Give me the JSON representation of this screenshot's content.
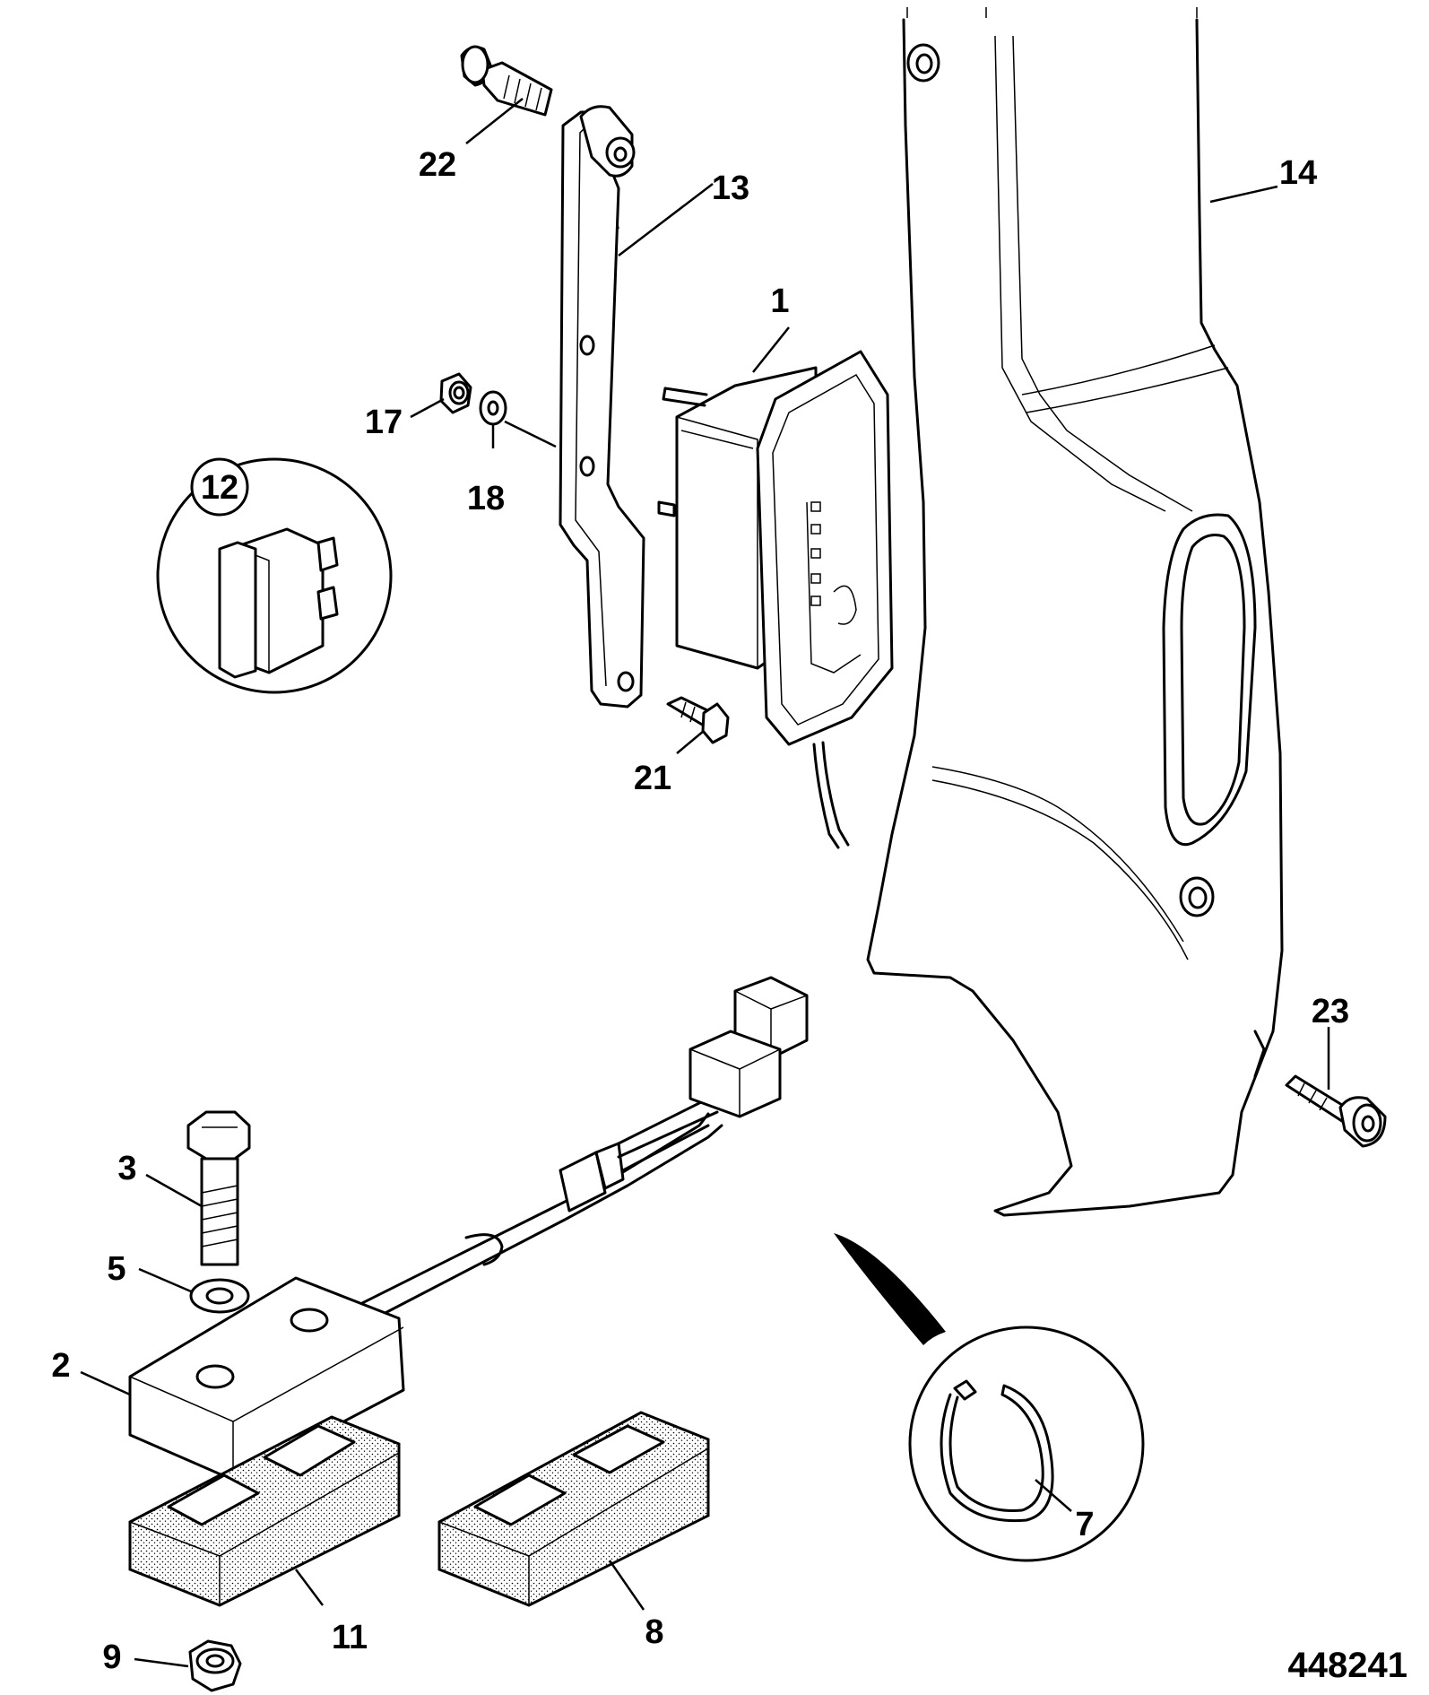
{
  "figure_number": "448241",
  "callouts": [
    {
      "id": "c1",
      "label": "1"
    },
    {
      "id": "c2",
      "label": "2"
    },
    {
      "id": "c3",
      "label": "3"
    },
    {
      "id": "c5",
      "label": "5"
    },
    {
      "id": "c7",
      "label": "7"
    },
    {
      "id": "c8",
      "label": "8"
    },
    {
      "id": "c9",
      "label": "9"
    },
    {
      "id": "c11",
      "label": "11"
    },
    {
      "id": "c12",
      "label": "12"
    },
    {
      "id": "c13",
      "label": "13"
    },
    {
      "id": "c14",
      "label": "14"
    },
    {
      "id": "c17",
      "label": "17"
    },
    {
      "id": "c18",
      "label": "18"
    },
    {
      "id": "c21",
      "label": "21"
    },
    {
      "id": "c22",
      "label": "22"
    },
    {
      "id": "c23",
      "label": "23"
    }
  ],
  "colors": {
    "line": "#000000",
    "background": "#ffffff",
    "stipple": "#000000"
  }
}
